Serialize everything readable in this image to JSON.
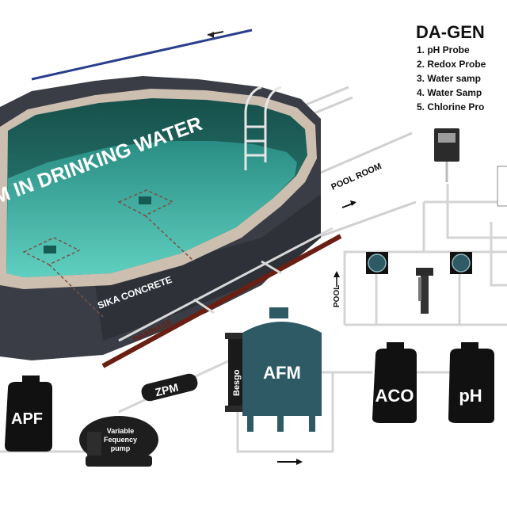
{
  "pool": {
    "banner": "M IN DRINKING WATER",
    "wall_label": "SIKA CONCRETE",
    "drainage_label": "DRAINAGE"
  },
  "labels": {
    "pool_room": "POOL ROOM",
    "pool": "POOL",
    "zpm": "ZPM",
    "besgo": "Besgo",
    "afm": "AFM",
    "apf": "APF",
    "pump_line1": "Variable",
    "pump_line2": "Fequency",
    "pump_line3": "pump",
    "aco": "ACO",
    "ph": "pH"
  },
  "legend": {
    "title": "DA-GEN",
    "items": [
      "1. pH Probe",
      "2. Redox Probe",
      "3. Water samp",
      "4. Water Samp",
      "5. Chlorine Pro"
    ]
  },
  "colors": {
    "water": "#3fb6a8",
    "water_deep": "#1f6f68",
    "wall_dark": "#3a3d45",
    "rim": "#cdbfb0",
    "afm_tank": "#2e5a66",
    "drum": "#111111",
    "pipe": "#d6d6d6",
    "drain": "#6b1e12",
    "nav_line": "#2a3e8c"
  },
  "icons": {
    "probe_left": "probe-gauge-icon",
    "probe_right": "probe-gauge-icon",
    "controller": "controller-box-icon"
  }
}
